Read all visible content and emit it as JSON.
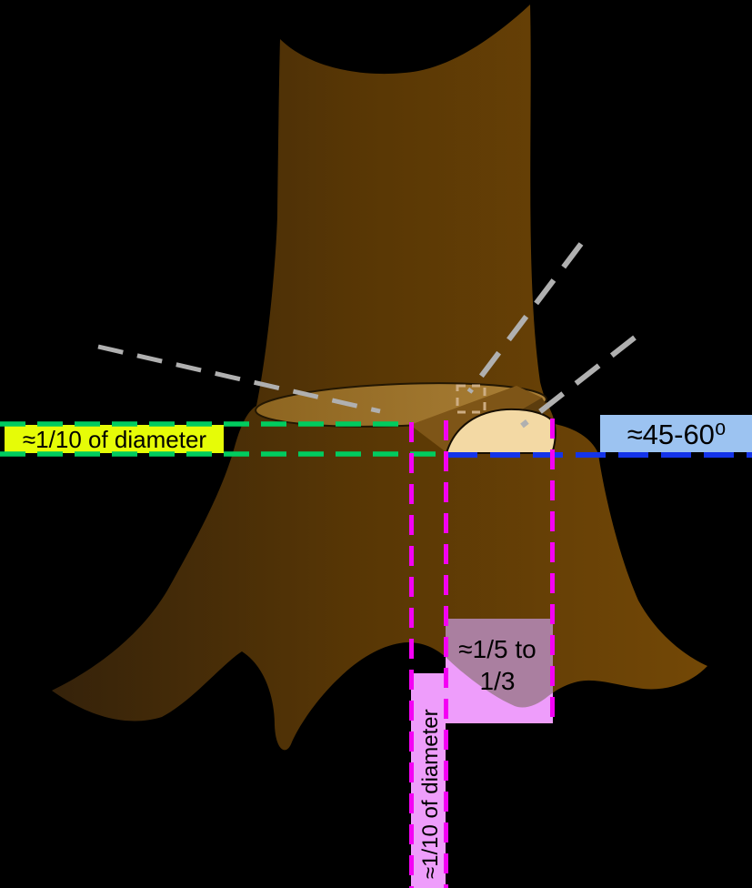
{
  "labels": {
    "notch_height": {
      "text": "≈1/10 of diameter"
    },
    "notch_angle": {
      "text": "≈45-60⁰"
    },
    "backcut_depth": {
      "line1": "≈1/5 to",
      "line2": "1/3"
    },
    "stump_height": {
      "text": "≈1/10 of diameter"
    }
  },
  "colors": {
    "background": "#000000",
    "label_yellow_bg": "#e6fc07",
    "label_blue_bg": "#9cc3f1",
    "overlay_pink": "#ee9dfb",
    "overlay_mauve": "#aa7fa0",
    "dash_green": "#00cc5f",
    "dash_blue": "#1434ea",
    "dash_magenta": "#f400f4",
    "dash_gray": "#b0b0b0",
    "hinge_tan": "#cdad83",
    "text": "#000000"
  }
}
